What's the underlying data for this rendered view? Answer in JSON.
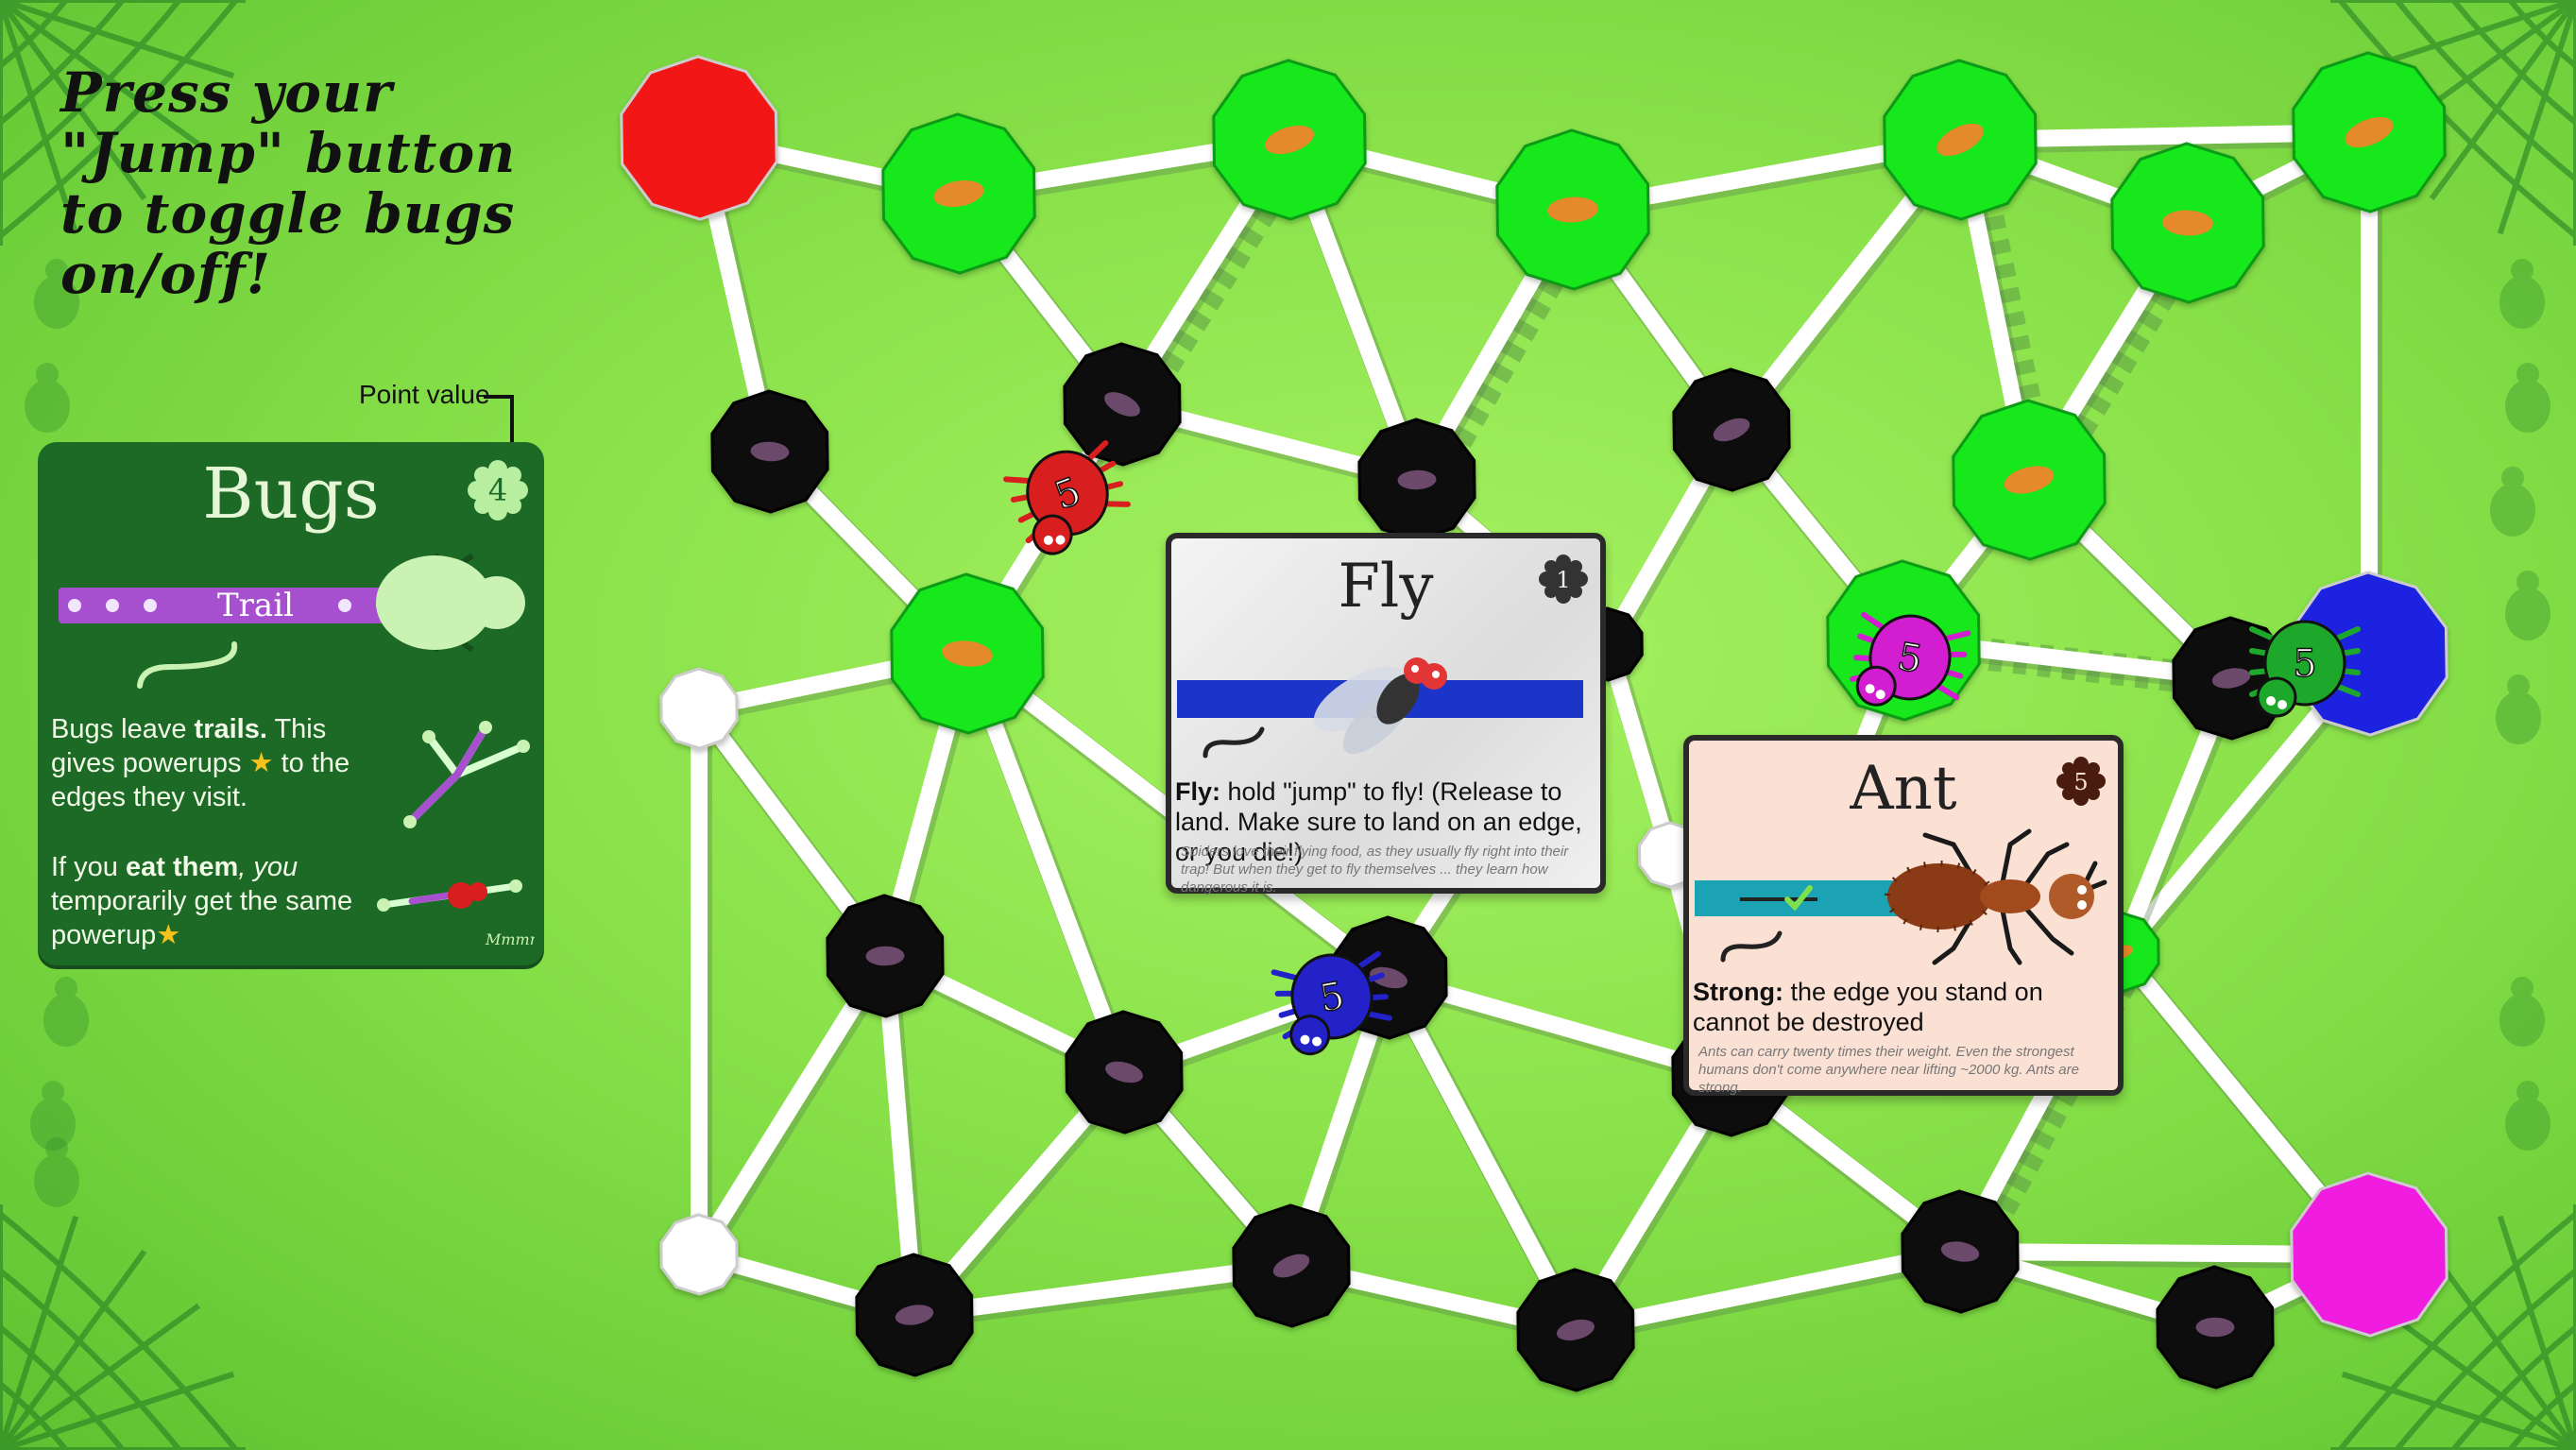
{
  "instructions": "Press your \"Jump\" button to toggle bugs on/off!",
  "bugs_panel": {
    "point_value_label": "Point value",
    "title": "Bugs",
    "points": "4",
    "trail_label": "Trail",
    "text1_a": "Bugs leave ",
    "text1_b": "trails.",
    "text1_c": " This gives powerups ",
    "text1_d": " to the edges they visit.",
    "text2_a": "If you ",
    "text2_b": "eat them",
    "text2_c": ", you",
    "text2_d": " temporarily get the same powerup",
    "star": "★",
    "sound_effect": "Mmmm"
  },
  "fly_card": {
    "title": "Fly",
    "points": "1",
    "ability_bold": "Fly:",
    "ability_text": " hold \"jump\" to fly! (Release to land. Make sure to land on an edge, or you die!)",
    "flavor": "Spiders love their flying food, as they usually fly right into their trap! But when they get to fly themselves ... they learn how dangerous it is."
  },
  "ant_card": {
    "title": "Ant",
    "points": "5",
    "ability_bold": "Strong:",
    "ability_text": " the edge you stand on cannot be destroyed",
    "flavor": "Ants can carry twenty times their weight. Even the strongest humans don't come anywhere near lifting ~2000 kg. Ants are strong."
  },
  "players": [
    {
      "name": "red",
      "color": "#d81e1e",
      "score": "5"
    },
    {
      "name": "magenta",
      "color": "#d21ed0",
      "score": "5"
    },
    {
      "name": "blue",
      "color": "#2222c8",
      "score": "5"
    },
    {
      "name": "green",
      "color": "#1ea82b",
      "score": "5"
    }
  ],
  "colors": {
    "node_green": "#12e81a",
    "node_black": "#0a0a0a",
    "node_white": "#ffffff",
    "home_red": "#f21414",
    "home_blue": "#1a22e0",
    "home_magenta": "#f01ce0",
    "panel_green": "#1d6a27",
    "edge": "#ffffff"
  }
}
